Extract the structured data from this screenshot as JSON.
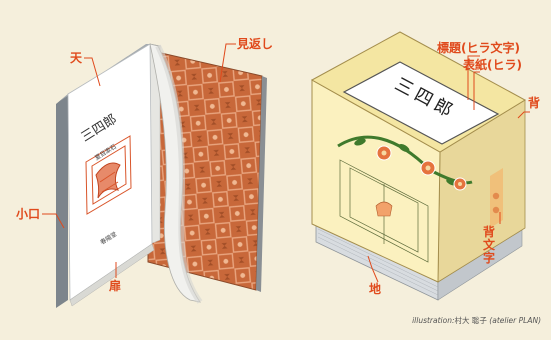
{
  "left_book": {
    "cover_text": "三四郎",
    "vertical_text_author": "夏目漱石",
    "vertical_text_publisher": "春陽堂",
    "labels": {
      "ten": "天",
      "koguchi": "小口",
      "tobira": "扉",
      "mikaeshi": "見返し"
    }
  },
  "right_book": {
    "title": "三四郎",
    "labels": {
      "hyodai": "標題(ヒラ文字)",
      "hyoshi": "表紙(ヒラ)",
      "se": "背",
      "semoji": "背文字",
      "chi": "地"
    }
  },
  "credit": {
    "prefix": "illustration:",
    "name": "村大 聡子",
    "studio": "(atelier PLAN)"
  },
  "colors": {
    "background": "#f5efdc",
    "accent": "#e04a1c",
    "cover_pattern": "#c8683a",
    "cover_light": "#fbf1bf",
    "page_white": "#ffffff",
    "spine_gray": "#a5abb0"
  }
}
